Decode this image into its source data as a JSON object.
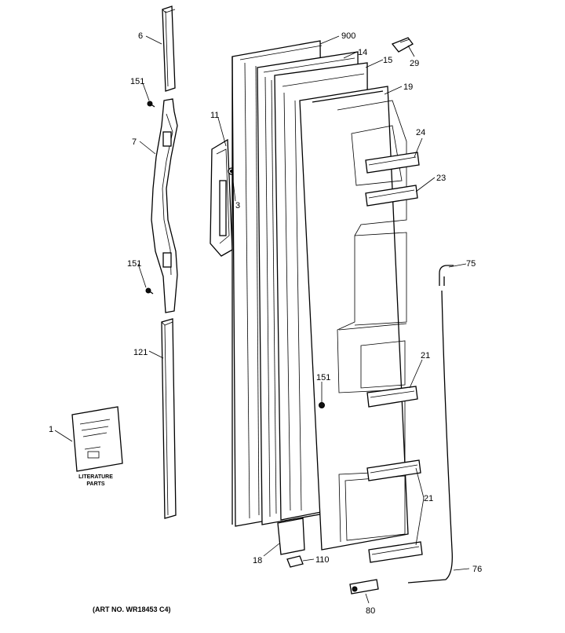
{
  "callouts": {
    "c6": "6",
    "c151a": "151",
    "c7": "7",
    "c151b": "151",
    "c121": "121",
    "c1": "1",
    "c11": "11",
    "c3": "3",
    "c900": "900",
    "c14": "14",
    "c15": "15",
    "c29": "29",
    "c19": "19",
    "c24": "24",
    "c23": "23",
    "c75": "75",
    "c21a": "21",
    "c151c": "151",
    "c21b": "21",
    "c18": "18",
    "c110": "110",
    "c76": "76",
    "c80": "80"
  },
  "literature": {
    "line1": "LITERATURE",
    "line2": "PARTS"
  },
  "art_no": "(ART NO. WR18453 C4)"
}
